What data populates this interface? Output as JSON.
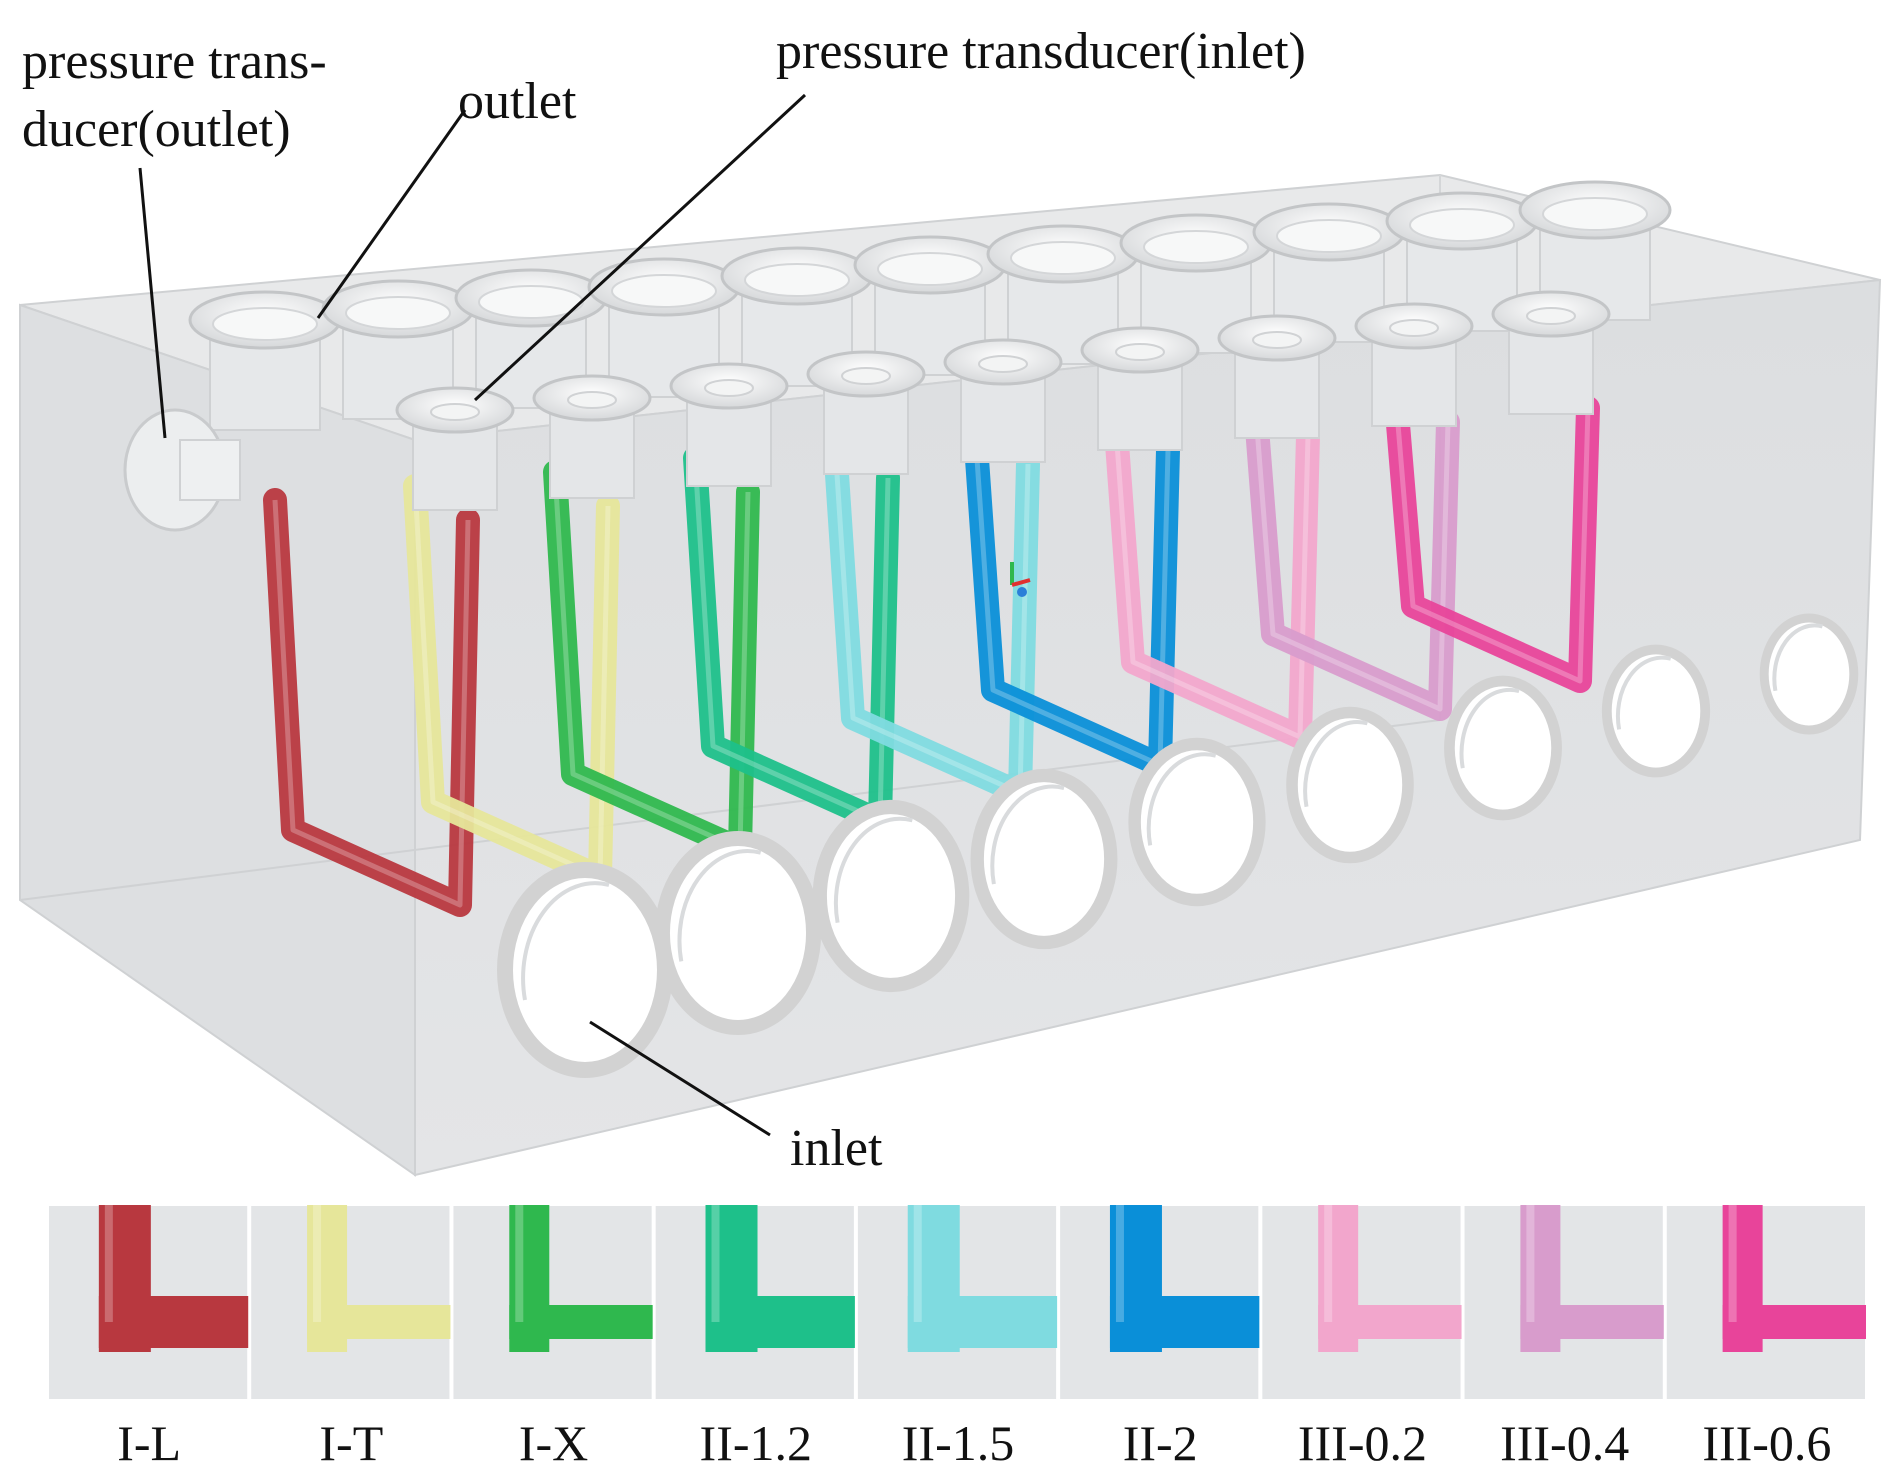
{
  "annotations": {
    "transducer_outlet_line1": "pressure trans-",
    "transducer_outlet_line2": "ducer(outlet)",
    "outlet": "outlet",
    "transducer_inlet": "pressure transducer(inlet)",
    "inlet": "inlet"
  },
  "configurations": [
    {
      "id": "I-L",
      "label": "I-L",
      "color": "#b8383f",
      "shape": "L"
    },
    {
      "id": "I-T",
      "label": "I-T",
      "color": "#e6e69a",
      "shape": "T"
    },
    {
      "id": "I-X",
      "label": "I-X",
      "color": "#2fb84e",
      "shape": "X"
    },
    {
      "id": "II-1.2",
      "label": "II-1.2",
      "color": "#1ec08a",
      "shape": "L2"
    },
    {
      "id": "II-1.5",
      "label": "II-1.5",
      "color": "#7fdbe0",
      "shape": "L2"
    },
    {
      "id": "II-2",
      "label": "II-2",
      "color": "#0a8fd8",
      "shape": "L2"
    },
    {
      "id": "III-0.2",
      "label": "III-0.2",
      "color": "#f2a6cc",
      "shape": "T3"
    },
    {
      "id": "III-0.4",
      "label": "III-0.4",
      "color": "#d89ccc",
      "shape": "T3"
    },
    {
      "id": "III-0.6",
      "label": "III-0.6",
      "color": "#e8449a",
      "shape": "T3"
    }
  ],
  "colors": {
    "block_face": "#dfe1e3",
    "block_top": "#e9eaeb",
    "block_edge": "#c8cacd",
    "ring": "#d2d2d2",
    "panel_bg": "#e3e5e7"
  }
}
